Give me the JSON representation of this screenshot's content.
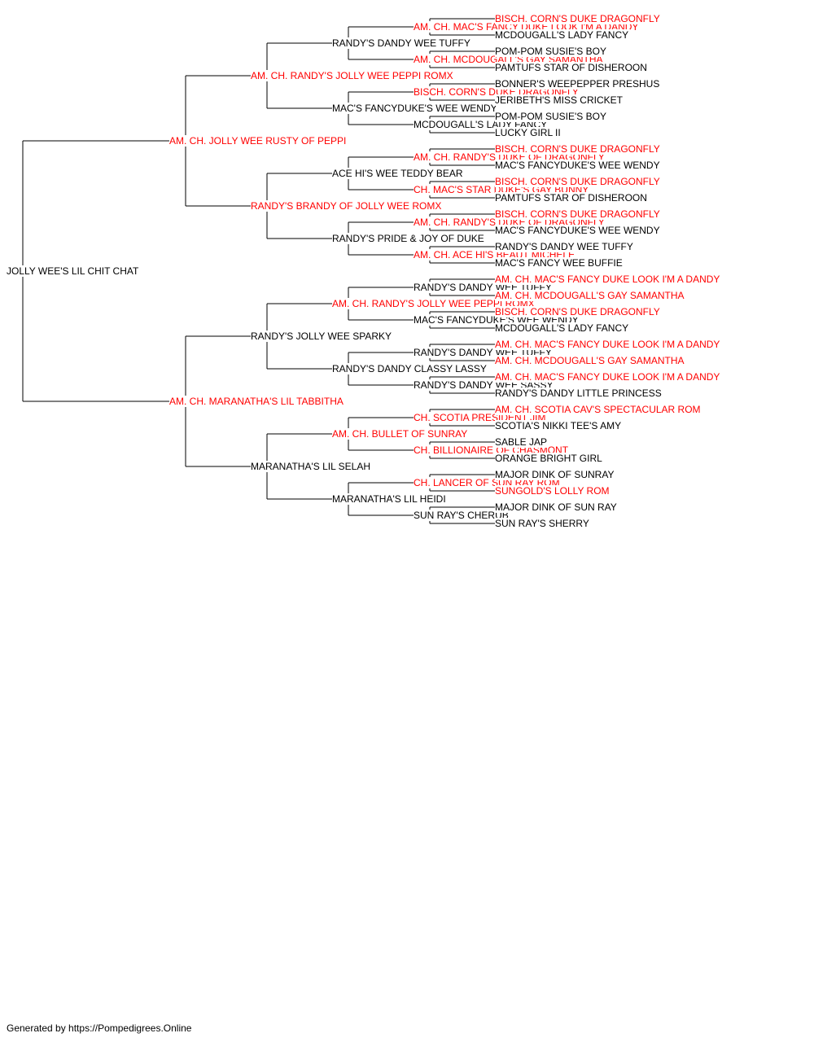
{
  "colors": {
    "titled": "#ff0000",
    "plain": "#000000",
    "line": "#000000"
  },
  "pedigree": {
    "name": "JOLLY WEE'S LIL CHIT CHAT",
    "titled": false,
    "sire": {
      "name": "AM. CH. JOLLY WEE RUSTY OF PEPPI",
      "titled": true,
      "sire": {
        "name": "AM. CH. RANDY'S JOLLY WEE PEPPI ROMX",
        "titled": true,
        "sire": {
          "name": "RANDY'S DANDY WEE TUFFY",
          "titled": false,
          "sire": {
            "name": "AM. CH. MAC'S FANCY DUKE LOOK I'M A DANDY",
            "titled": true,
            "sire": {
              "name": "BISCH. CORN'S DUKE DRAGONFLY",
              "titled": true
            },
            "dam": {
              "name": "MCDOUGALL'S LADY FANCY",
              "titled": false
            }
          },
          "dam": {
            "name": "AM. CH. MCDOUGALL'S GAY SAMANTHA",
            "titled": true,
            "sire": {
              "name": "POM-POM SUSIE'S BOY",
              "titled": false
            },
            "dam": {
              "name": "PAMTUFS STAR OF DISHEROON",
              "titled": false
            }
          }
        },
        "dam": {
          "name": "MAC'S FANCYDUKE'S WEE WENDY",
          "titled": false,
          "sire": {
            "name": "BISCH. CORN'S DUKE DRAGONFLY",
            "titled": true,
            "sire": {
              "name": "BONNER'S WEEPEPPER PRESHUS",
              "titled": false
            },
            "dam": {
              "name": "JERIBETH'S MISS CRICKET",
              "titled": false
            }
          },
          "dam": {
            "name": "MCDOUGALL'S LADY FANCY",
            "titled": false,
            "sire": {
              "name": "POM-POM SUSIE'S BOY",
              "titled": false
            },
            "dam": {
              "name": "LUCKY GIRL II",
              "titled": false
            }
          }
        }
      },
      "dam": {
        "name": "RANDY'S BRANDY OF JOLLY WEE ROMX",
        "titled": true,
        "sire": {
          "name": "ACE HI'S WEE TEDDY BEAR",
          "titled": false,
          "sire": {
            "name": "AM. CH. RANDY'S DUKE OF DRAGONFLY",
            "titled": true,
            "sire": {
              "name": "BISCH. CORN'S DUKE DRAGONFLY",
              "titled": true
            },
            "dam": {
              "name": "MAC'S FANCYDUKE'S WEE WENDY",
              "titled": false
            }
          },
          "dam": {
            "name": "CH. MAC'S STAR DUKE'S GAY BUNNY",
            "titled": true,
            "sire": {
              "name": "BISCH. CORN'S DUKE DRAGONFLY",
              "titled": true
            },
            "dam": {
              "name": "PAMTUFS STAR OF DISHEROON",
              "titled": false
            }
          }
        },
        "dam": {
          "name": "RANDY'S PRIDE & JOY OF DUKE",
          "titled": false,
          "sire": {
            "name": "AM. CH. RANDY'S DUKE OF DRAGONFLY",
            "titled": true,
            "sire": {
              "name": "BISCH. CORN'S DUKE DRAGONFLY",
              "titled": true
            },
            "dam": {
              "name": "MAC'S FANCYDUKE'S WEE WENDY",
              "titled": false
            }
          },
          "dam": {
            "name": "AM. CH. ACE HI'S BEAUT MICHELE",
            "titled": true,
            "sire": {
              "name": "RANDY'S DANDY WEE TUFFY",
              "titled": false
            },
            "dam": {
              "name": "MAC'S FANCY WEE BUFFIE",
              "titled": false
            }
          }
        }
      }
    },
    "dam": {
      "name": "AM. CH. MARANATHA'S LIL TABBITHA",
      "titled": true,
      "sire": {
        "name": "RANDY'S JOLLY WEE SPARKY",
        "titled": false,
        "sire": {
          "name": "AM. CH. RANDY'S JOLLY WEE PEPPI ROMX",
          "titled": true,
          "sire": {
            "name": "RANDY'S DANDY WEE TUFFY",
            "titled": false,
            "sire": {
              "name": "AM. CH. MAC'S FANCY DUKE LOOK I'M A DANDY",
              "titled": true
            },
            "dam": {
              "name": "AM. CH. MCDOUGALL'S GAY SAMANTHA",
              "titled": true
            }
          },
          "dam": {
            "name": "MAC'S FANCYDUKE'S WEE WENDY",
            "titled": false,
            "sire": {
              "name": "BISCH. CORN'S DUKE DRAGONFLY",
              "titled": true
            },
            "dam": {
              "name": "MCDOUGALL'S LADY FANCY",
              "titled": false
            }
          }
        },
        "dam": {
          "name": "RANDY'S DANDY CLASSY LASSY",
          "titled": false,
          "sire": {
            "name": "RANDY'S DANDY WEE TUFFY",
            "titled": false,
            "sire": {
              "name": "AM. CH. MAC'S FANCY DUKE LOOK I'M A DANDY",
              "titled": true
            },
            "dam": {
              "name": "AM. CH. MCDOUGALL'S GAY SAMANTHA",
              "titled": true
            }
          },
          "dam": {
            "name": "RANDY'S DANDY WEE SASSY",
            "titled": false,
            "sire": {
              "name": "AM. CH. MAC'S FANCY DUKE LOOK I'M A DANDY",
              "titled": true
            },
            "dam": {
              "name": "RANDY'S DANDY LITTLE PRINCESS",
              "titled": false
            }
          }
        }
      },
      "dam": {
        "name": "MARANATHA'S LIL SELAH",
        "titled": false,
        "sire": {
          "name": "AM. CH. BULLET OF SUNRAY",
          "titled": true,
          "sire": {
            "name": "CH. SCOTIA PRESIDENT JIM",
            "titled": true,
            "sire": {
              "name": "AM. CH. SCOTIA CAV'S SPECTACULAR ROM",
              "titled": true
            },
            "dam": {
              "name": "SCOTIA'S NIKKI TEE'S AMY",
              "titled": false
            }
          },
          "dam": {
            "name": "CH. BILLIONAIRE OF CHASMONT",
            "titled": true,
            "sire": {
              "name": "SABLE JAP",
              "titled": false
            },
            "dam": {
              "name": "ORANGE BRIGHT GIRL",
              "titled": false
            }
          }
        },
        "dam": {
          "name": "MARANATHA'S LIL HEIDI",
          "titled": false,
          "sire": {
            "name": "CH. LANCER OF SUN RAY ROM",
            "titled": true,
            "sire": {
              "name": "MAJOR DINK OF SUNRAY",
              "titled": false
            },
            "dam": {
              "name": "SUNGOLD'S LOLLY ROM",
              "titled": true
            }
          },
          "dam": {
            "name": "SUN RAY'S CHERUB",
            "titled": false,
            "sire": {
              "name": "MAJOR DINK OF SUN RAY",
              "titled": false
            },
            "dam": {
              "name": "SUN RAY'S SHERRY",
              "titled": false
            }
          }
        }
      }
    }
  },
  "footer": "Generated by https://Pompedigrees.Online"
}
